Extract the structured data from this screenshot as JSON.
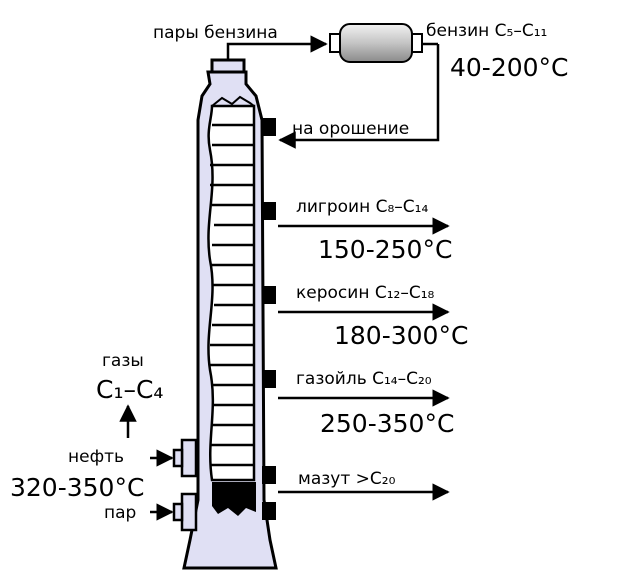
{
  "top": {
    "vapor_label": "пары бензина",
    "product_label": "бензин C₅–C₁₁",
    "product_temp": "40-200°C",
    "reflux_label": "на орошение"
  },
  "fractions": [
    {
      "name": "лигроин C₈–C₁₄",
      "temp": "150-250°C"
    },
    {
      "name": "керосин C₁₂–C₁₈",
      "temp": "180-300°C"
    },
    {
      "name": "газойль C₁₄–C₂₀",
      "temp": "250-350°C"
    },
    {
      "name": "мазут >C₂₀",
      "temp": ""
    }
  ],
  "left": {
    "gases_label": "газы",
    "gases_formula": "C₁–C₄",
    "oil_label": "нефть",
    "oil_temp": "320-350°C",
    "steam_label": "пар"
  },
  "colors": {
    "column_fill": "#e0e0f4",
    "outline": "#000000",
    "residue": "#000000"
  }
}
